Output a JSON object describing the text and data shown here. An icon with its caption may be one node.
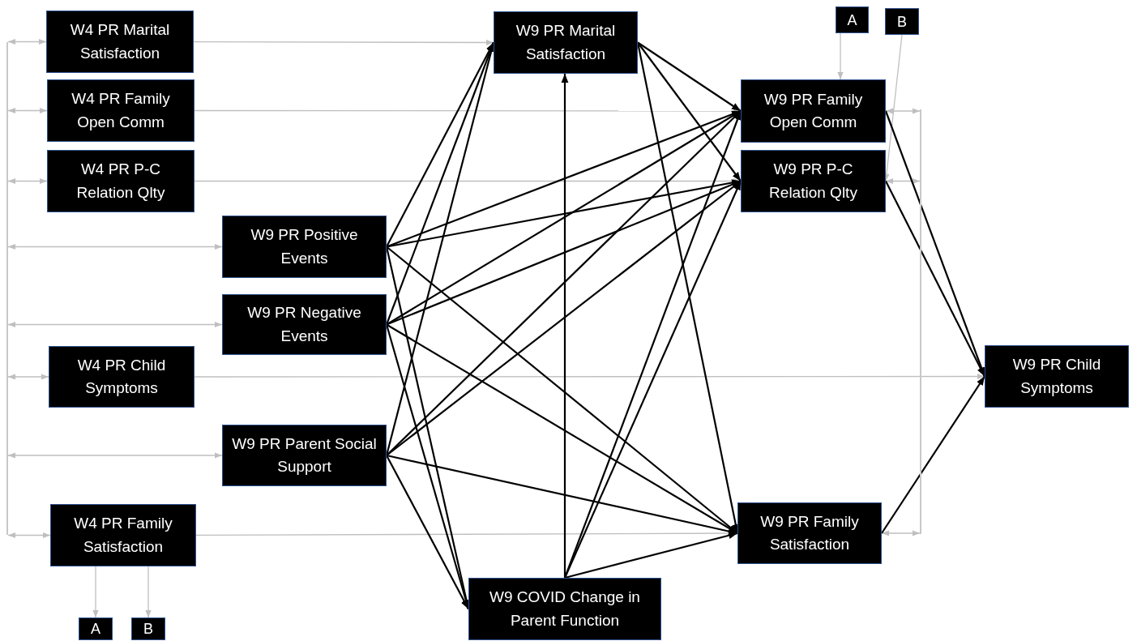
{
  "diagram": {
    "nodes": [
      {
        "text": [
          "W4 PR Marital Satisfaction"
        ]
      },
      {
        "text": [
          "W4 PR Family Open Comm"
        ]
      },
      {
        "text": [
          "W4 PR P-C Relation Qlty"
        ]
      },
      {
        "text": [
          "W9 PR Positive Events"
        ]
      },
      {
        "text": [
          "W9 PR Negative Events"
        ]
      },
      {
        "text": [
          "W4 PR Child Symptoms"
        ]
      },
      {
        "text": [
          "W9 PR Parent Social Support"
        ]
      },
      {
        "text": [
          "W4 PR Family Satisfaction"
        ]
      },
      {
        "text": [
          "A"
        ]
      },
      {
        "text": [
          "B"
        ]
      },
      {
        "text": [
          "W9 PR Marital Satisfaction"
        ]
      },
      {
        "text": [
          "A"
        ]
      },
      {
        "text": [
          "B"
        ]
      },
      {
        "text": [
          "W9 PR Family Open Comm"
        ]
      },
      {
        "text": [
          "W9 PR P-C Relation Qlty"
        ]
      },
      {
        "text": [
          "W9 COVID Change in Parent Function"
        ]
      },
      {
        "text": [
          "W9 PR Family Satisfaction"
        ]
      },
      {
        "text": [
          "W9 PR Child Symptoms"
        ]
      },
      {
        "text": [],
        "shape": "bar"
      },
      {
        "text": [],
        "shape": "bar"
      }
    ],
    "edges": [
      {
        "from": 0,
        "to": 10,
        "arrow": "to",
        "color": "#bfbfbf"
      },
      {
        "from": 1,
        "to": 13,
        "arrow": "to",
        "color": "#bfbfbf"
      },
      {
        "from": 2,
        "to": 14,
        "arrow": "to",
        "color": "#bfbfbf"
      },
      {
        "from": 5,
        "to": 17,
        "arrow": "to",
        "color": "#bfbfbf"
      },
      {
        "from": 7,
        "to": 16,
        "arrow": "to",
        "color": "#bfbfbf"
      },
      {
        "from": 7,
        "to": 8,
        "arrow": "to",
        "color": "#bfbfbf"
      },
      {
        "from": 7,
        "to": 9,
        "arrow": "to",
        "color": "#bfbfbf"
      },
      {
        "from": 11,
        "to": 13,
        "arrow": "to",
        "color": "#bfbfbf"
      },
      {
        "from": 12,
        "to": 14,
        "arrow": "to",
        "color": "#bfbfbf"
      },
      {
        "from": 18,
        "to": 0,
        "arrow": "both",
        "color": "#bfbfbf"
      },
      {
        "from": 18,
        "to": 1,
        "arrow": "both",
        "color": "#bfbfbf"
      },
      {
        "from": 18,
        "to": 2,
        "arrow": "both",
        "color": "#bfbfbf"
      },
      {
        "from": 18,
        "to": 3,
        "arrow": "both",
        "color": "#bfbfbf"
      },
      {
        "from": 18,
        "to": 4,
        "arrow": "both",
        "color": "#bfbfbf"
      },
      {
        "from": 18,
        "to": 5,
        "arrow": "both",
        "color": "#bfbfbf"
      },
      {
        "from": 18,
        "to": 6,
        "arrow": "both",
        "color": "#bfbfbf"
      },
      {
        "from": 18,
        "to": 7,
        "arrow": "both",
        "color": "#bfbfbf"
      },
      {
        "from": 19,
        "to": 13,
        "arrow": "both",
        "color": "#bfbfbf"
      },
      {
        "from": 19,
        "to": 14,
        "arrow": "both",
        "color": "#bfbfbf"
      },
      {
        "from": 19,
        "to": 16,
        "arrow": "both",
        "color": "#bfbfbf"
      },
      {
        "from": 3,
        "to": 10,
        "arrow": "to"
      },
      {
        "from": 3,
        "to": 13,
        "arrow": "to"
      },
      {
        "from": 3,
        "to": 14,
        "arrow": "to"
      },
      {
        "from": 3,
        "to": 15,
        "arrow": "to"
      },
      {
        "from": 3,
        "to": 16,
        "arrow": "to"
      },
      {
        "from": 4,
        "to": 10,
        "arrow": "to"
      },
      {
        "from": 4,
        "to": 13,
        "arrow": "to"
      },
      {
        "from": 4,
        "to": 14,
        "arrow": "to"
      },
      {
        "from": 4,
        "to": 15,
        "arrow": "to"
      },
      {
        "from": 4,
        "to": 16,
        "arrow": "to"
      },
      {
        "from": 6,
        "to": 10,
        "arrow": "to"
      },
      {
        "from": 6,
        "to": 13,
        "arrow": "to"
      },
      {
        "from": 6,
        "to": 14,
        "arrow": "to"
      },
      {
        "from": 6,
        "to": 15,
        "arrow": "to"
      },
      {
        "from": 6,
        "to": 16,
        "arrow": "to"
      },
      {
        "from": 15,
        "to": 10,
        "arrow": "to"
      },
      {
        "from": 15,
        "to": 13,
        "arrow": "to"
      },
      {
        "from": 15,
        "to": 14,
        "arrow": "to"
      },
      {
        "from": 15,
        "to": 16,
        "arrow": "to"
      },
      {
        "from": 10,
        "to": 13,
        "arrow": "to"
      },
      {
        "from": 10,
        "to": 14,
        "arrow": "to"
      },
      {
        "from": 10,
        "to": 16,
        "arrow": "to"
      },
      {
        "from": 13,
        "to": 17,
        "arrow": "to"
      },
      {
        "from": 14,
        "to": 17,
        "arrow": "to"
      },
      {
        "from": 16,
        "to": 17,
        "arrow": "to"
      }
    ]
  }
}
